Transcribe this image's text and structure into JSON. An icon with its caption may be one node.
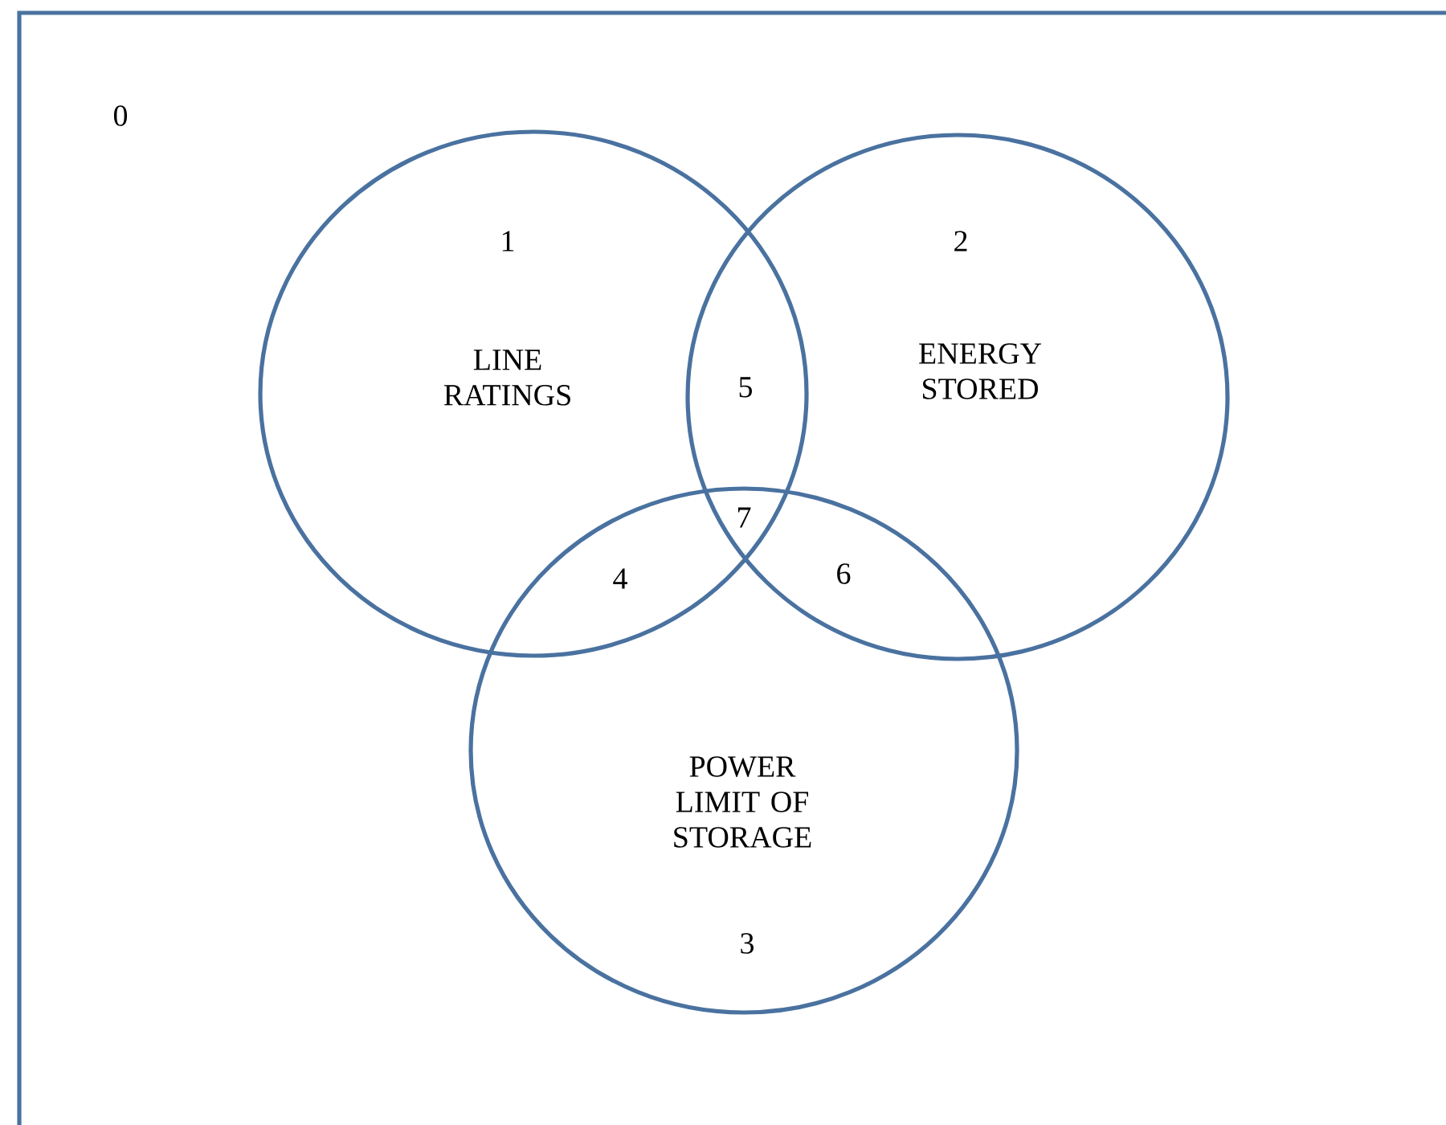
{
  "diagram": {
    "nodes": [
      {
        "text": [
          "0"
        ]
      },
      {
        "text": [
          "1",
          "LINE RATINGS"
        ],
        "in": 0
      },
      {
        "text": [
          "2",
          "ENERGY STORED"
        ],
        "in": 0
      },
      {
        "text": [
          "POWER LIMIT OF STORAGE",
          "3"
        ],
        "in": 0
      }
    ],
    "labels": [
      "5",
      "7",
      "4",
      "6"
    ]
  }
}
